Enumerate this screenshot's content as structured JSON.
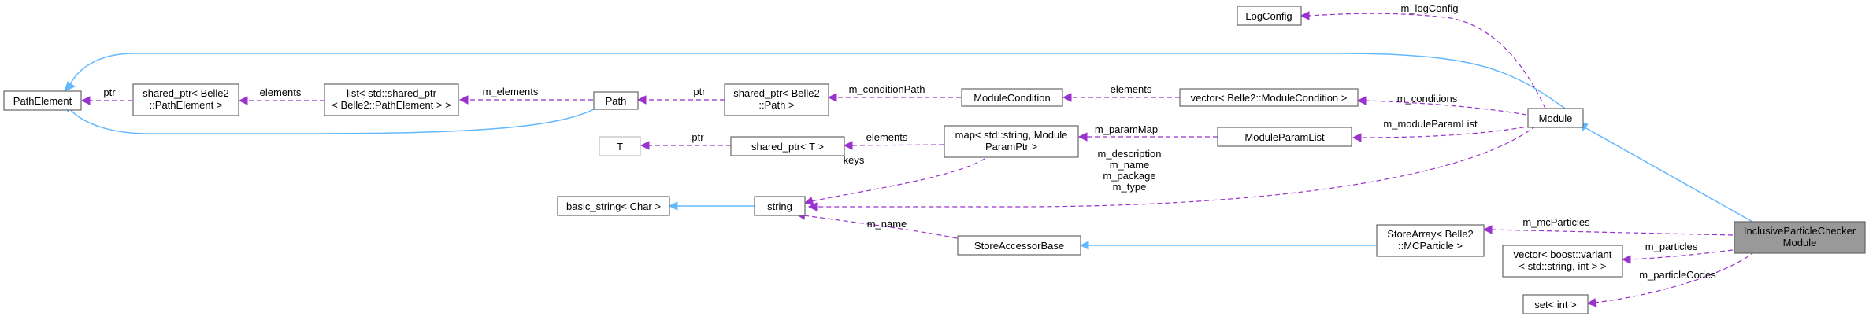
{
  "diagram": {
    "nodes": {
      "pathelement": [
        "PathElement"
      ],
      "sharedptr_pathelement": [
        "shared_ptr< Belle2",
        "::PathElement >"
      ],
      "list_sharedptr": [
        "list< std::shared_ptr",
        "< Belle2::PathElement > >"
      ],
      "path": [
        "Path"
      ],
      "sharedptr_path": [
        "shared_ptr< Belle2",
        "::Path >"
      ],
      "modulecondition": [
        "ModuleCondition"
      ],
      "vector_modulecondition": [
        "vector< Belle2::ModuleCondition >"
      ],
      "logconfig": [
        "LogConfig"
      ],
      "module": [
        "Module"
      ],
      "t": [
        "T"
      ],
      "sharedptr_t": [
        "shared_ptr< T >"
      ],
      "map_moduleparam": [
        "map< std::string, Module",
        "ParamPtr >"
      ],
      "moduleparamlist": [
        "ModuleParamList"
      ],
      "basic_string": [
        "basic_string< Char >"
      ],
      "string": [
        "string"
      ],
      "storeaccessorbase": [
        "StoreAccessorBase"
      ],
      "storearray": [
        "StoreArray< Belle2",
        "::MCParticle >"
      ],
      "inclusive": [
        "InclusiveParticleChecker",
        "Module"
      ],
      "vector_variant": [
        "vector< boost::variant",
        "< std::string, int > >"
      ],
      "set_int": [
        "set< int >"
      ]
    },
    "edge_labels": {
      "ptr_pathelement": [
        "ptr"
      ],
      "elements_list": [
        "elements"
      ],
      "m_elements": [
        "m_elements"
      ],
      "ptr_path": [
        "ptr"
      ],
      "m_conditionpath": [
        "m_conditionPath"
      ],
      "elements_vector": [
        "elements"
      ],
      "m_conditions": [
        "m_conditions"
      ],
      "m_logconfig": [
        "m_logConfig"
      ],
      "ptr_t": [
        "ptr"
      ],
      "elements_map": [
        "elements"
      ],
      "m_parammap": [
        "m_paramMap"
      ],
      "m_moduleparamlist": [
        "m_moduleParamList"
      ],
      "keys": [
        "keys"
      ],
      "module_strings": [
        "m_description",
        "m_name",
        "m_package",
        "m_type"
      ],
      "m_name": [
        "m_name"
      ],
      "m_mcparticles": [
        "m_mcParticles"
      ],
      "m_particles": [
        "m_particles"
      ],
      "m_particlecodes": [
        "m_particleCodes"
      ]
    },
    "colors": {
      "inheritance_edge": "#63b8ff",
      "usage_edge": "#9a32cd",
      "node_border": "#666666",
      "focus_fill": "#999999",
      "template_border": "#bfbfbf"
    }
  }
}
